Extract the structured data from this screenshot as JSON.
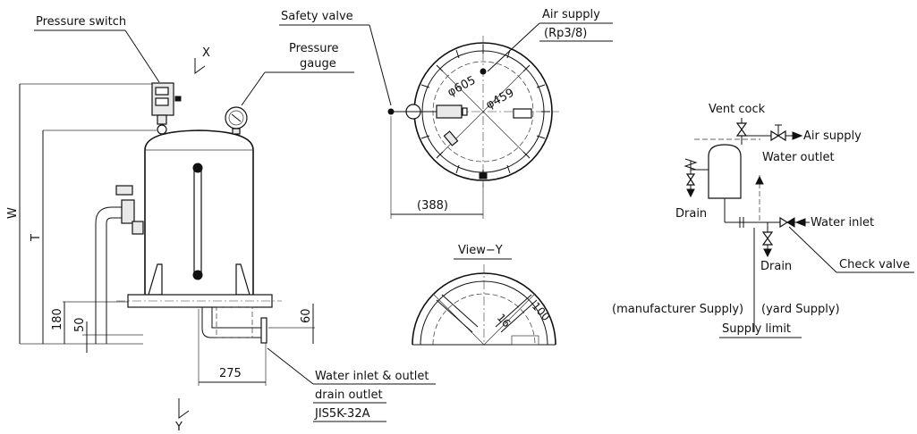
{
  "side_view": {
    "pressure_switch": "Pressure switch",
    "section_x": "X",
    "section_y": "Y",
    "dim_w": "W",
    "dim_t": "T",
    "dim_180": "180",
    "dim_50": "50",
    "dim_60": "60",
    "dim_275": "275",
    "water_inlet_outlet": "Water inlet & outlet",
    "drain_outlet": "drain outlet",
    "jis": "JIS5K-32A"
  },
  "top_view": {
    "safety_valve": "Safety valve",
    "air_supply": "Air supply",
    "rp": "(Rp3/8)",
    "pressure": "Pressure",
    "gauge": "gauge",
    "dia_605": "φ605",
    "dia_459": "φ459",
    "dim_388": "(388)"
  },
  "view_y": {
    "title": "View−Y",
    "dim_16": "16",
    "dim_100": "100"
  },
  "schematic": {
    "vent_cock": "Vent cock",
    "air_supply": "Air supply",
    "water_outlet": "Water outlet",
    "drain1": "Drain",
    "water_inlet": "Water inlet",
    "drain2": "Drain",
    "check_valve": "Check valve",
    "manufacturer_supply": "(manufacturer Supply)",
    "yard_supply": "(yard Supply)",
    "supply_limit": "Supply limit"
  }
}
